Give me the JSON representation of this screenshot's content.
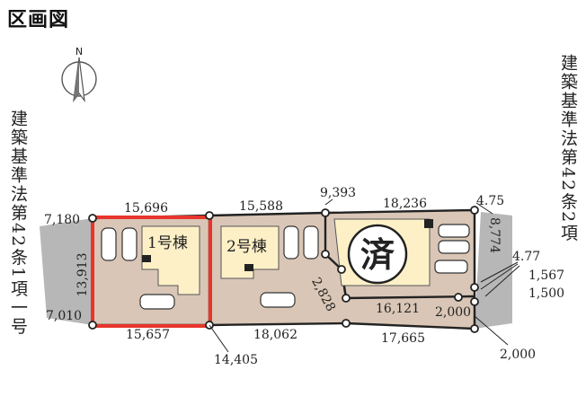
{
  "title": "区画図",
  "north_label": "N",
  "road_left": "建築基準法第42条1項一号",
  "road_right": "建築基準法第42条2項",
  "lots": [
    {
      "label": "1号棟",
      "highlighted": true
    },
    {
      "label": "2号棟",
      "highlighted": false
    },
    {
      "label": "済",
      "sold": true
    }
  ],
  "dimensions": {
    "d_7180": "7,180",
    "d_15696": "15,696",
    "d_15588": "15,588",
    "d_9393": "9,393",
    "d_18236": "18,236",
    "d_475": "4.75",
    "d_8774": "8,774",
    "d_13913": "13,913",
    "d_7010": "7,010",
    "d_15657": "15,657",
    "d_14405": "14,405",
    "d_18062": "18,062",
    "d_2828": "2,828",
    "d_16121": "16,121",
    "d_2000a": "2,000",
    "d_17665": "17,665",
    "d_2000b": "2,000",
    "d_477": "4.77",
    "d_1567": "1,567",
    "d_1500": "1,500"
  },
  "colors": {
    "lot_fill": "#d9c6b6",
    "road_fill": "#b7b7b7",
    "house_fill": "#fdf0c7",
    "highlight": "#e8352c"
  }
}
